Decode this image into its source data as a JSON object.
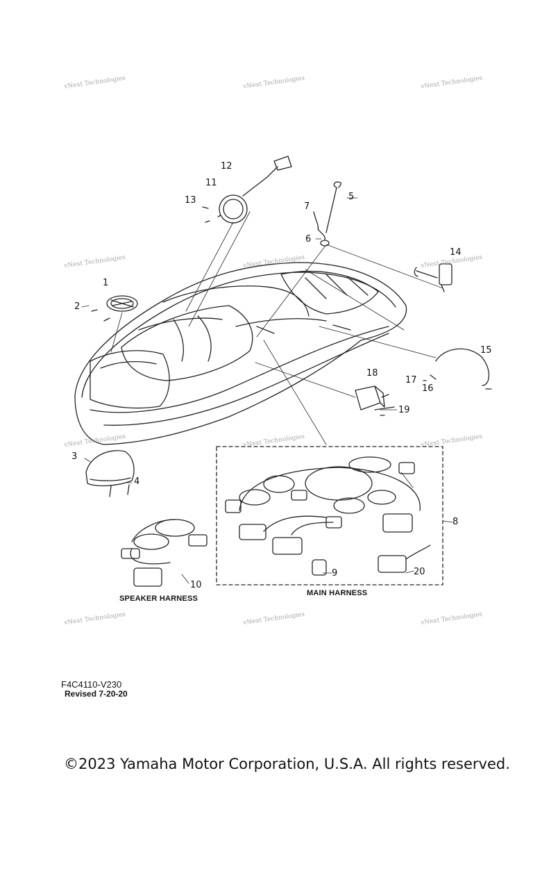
{
  "callouts": [
    "1",
    "2",
    "3",
    "4",
    "5",
    "6",
    "7",
    "8",
    "9",
    "10",
    "11",
    "12",
    "13",
    "14",
    "15",
    "16",
    "17",
    "18",
    "19",
    "20"
  ],
  "captions": {
    "speaker_harness": "SPEAKER HARNESS",
    "main_harness": "MAIN HARNESS"
  },
  "watermark": "vNext Technologies",
  "diagram_code": "F4C4110-V230",
  "revision": "Revised 7-20-20",
  "copyright": "©2023 Yamaha Motor Corporation, U.S.A. All rights reserved."
}
